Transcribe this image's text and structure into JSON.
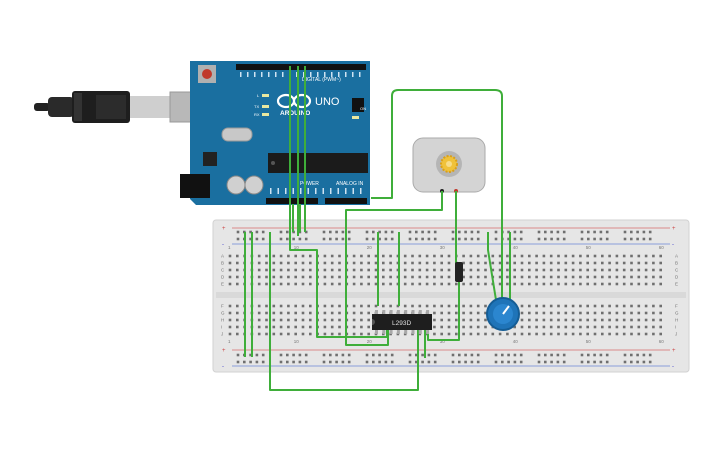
{
  "arduino": {
    "logo_text": "ARDUINO",
    "model_label": "UNO",
    "digital_label": "DIGITAL (PWM~)",
    "power_label": "POWER",
    "analog_label": "ANALOG IN",
    "on_label": "ON",
    "l_label": "L",
    "tx_label": "TX",
    "rx_label": "RX"
  },
  "driver_ic": {
    "label": "L293D"
  },
  "breadboard": {
    "column_numbers": [
      "1",
      "10",
      "20",
      "30",
      "40",
      "50",
      "60"
    ],
    "row_letters_top": [
      "A",
      "B",
      "C",
      "D",
      "E"
    ],
    "row_letters_bottom": [
      "F",
      "G",
      "H",
      "I",
      "J"
    ],
    "rail_signs": [
      "+",
      "-"
    ]
  },
  "colors": {
    "board_blue": "#1a6fa0",
    "wire_green": "#3fae3a",
    "breadboard": "#e6e6e6",
    "potentiometer_blue": "#1f74b8",
    "motor_gear": "#f0c23a"
  }
}
